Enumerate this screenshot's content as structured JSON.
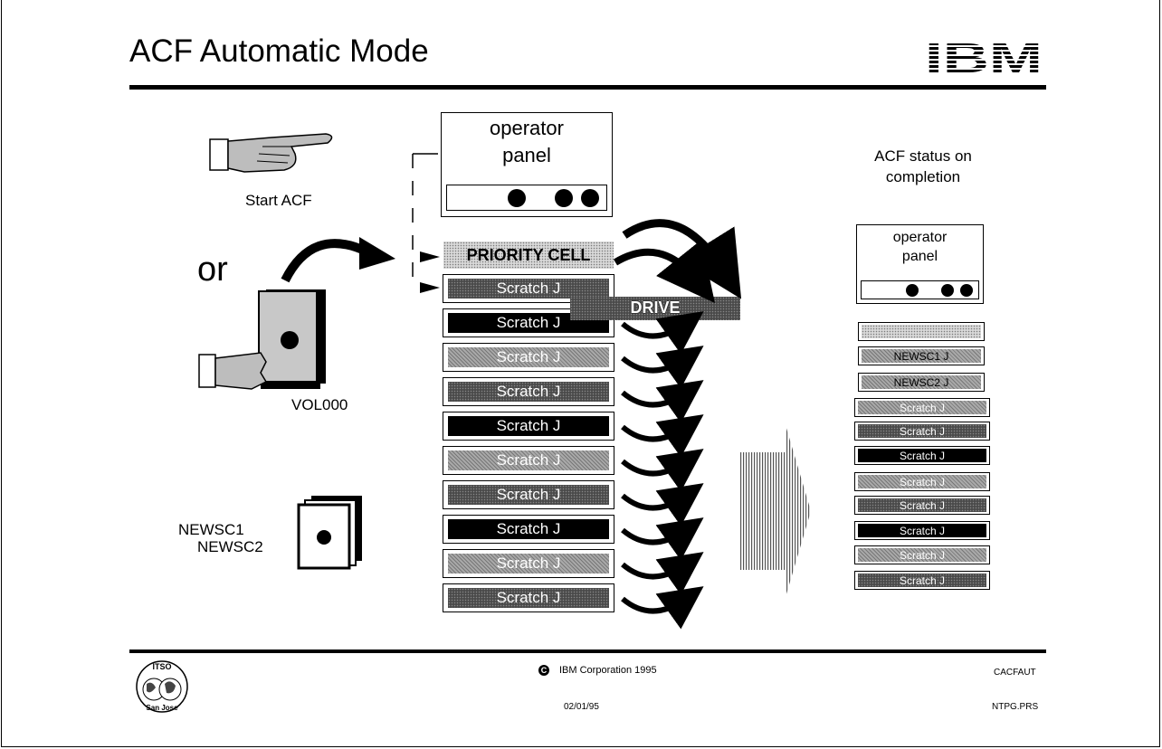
{
  "slide": {
    "title": "ACF Automatic Mode",
    "logo_text": "IBM"
  },
  "left": {
    "start_label": "Start ACF",
    "or_label": "or",
    "vol_label": "VOL000",
    "newsc_labels": [
      "NEWSC1",
      "NEWSC2"
    ]
  },
  "panel": {
    "title_line1": "operator",
    "title_line2": "panel"
  },
  "magazine": {
    "priority_label": "PRIORITY CELL",
    "drive_label": "DRIVE",
    "cells": [
      {
        "label": "Scratch  J",
        "pattern": "dark"
      },
      {
        "label": "Scratch  J",
        "pattern": "black"
      },
      {
        "label": "Scratch  J",
        "pattern": "mid"
      },
      {
        "label": "Scratch  J",
        "pattern": "dark"
      },
      {
        "label": "Scratch  J",
        "pattern": "black"
      },
      {
        "label": "Scratch  J",
        "pattern": "mid"
      },
      {
        "label": "Scratch  J",
        "pattern": "dark"
      },
      {
        "label": "Scratch  J",
        "pattern": "black"
      },
      {
        "label": "Scratch  J",
        "pattern": "mid"
      },
      {
        "label": "Scratch  J",
        "pattern": "dark"
      }
    ]
  },
  "status": {
    "heading_line1": "ACF status on",
    "heading_line2": "completion",
    "panel_line1": "operator",
    "panel_line2": "panel",
    "cells": [
      {
        "label": "",
        "pattern": "light"
      },
      {
        "label": "NEWSC1  J",
        "pattern": "mid"
      },
      {
        "label": "NEWSC2  J",
        "pattern": "mid"
      },
      {
        "label": "Scratch  J",
        "pattern": "mid"
      },
      {
        "label": "Scratch  J",
        "pattern": "dark"
      },
      {
        "label": "Scratch  J",
        "pattern": "black"
      },
      {
        "label": "Scratch  J",
        "pattern": "mid"
      },
      {
        "label": "Scratch  J",
        "pattern": "dark"
      },
      {
        "label": "Scratch  J",
        "pattern": "black"
      },
      {
        "label": "Scratch  J",
        "pattern": "mid"
      },
      {
        "label": "Scratch  J",
        "pattern": "dark"
      }
    ]
  },
  "footer": {
    "logo_top": "ITSO",
    "logo_bottom": "San Jose",
    "copyright": "IBM Corporation 1995",
    "copyright_symbol": "C",
    "date": "02/01/95",
    "code": "CACFAUT",
    "file": "NTPG.PRS"
  }
}
